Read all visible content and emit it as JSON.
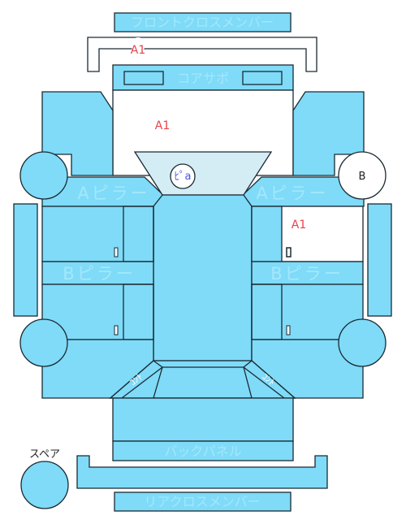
{
  "labels": {
    "front_cross_member": "フロントクロスメンバー",
    "core_support": "コアサポ",
    "a_pillar": "Aピラー",
    "b_pillar": "Bピラー",
    "back_panel": "バックパネル",
    "rear_cross_member": "リアクロスメンバー",
    "spare": "スペア",
    "pitting": "ﾋﾟa",
    "cont": "ｺﾝﾄ"
  },
  "marks": {
    "front_cross_member": "A1",
    "hood_area": "A1",
    "right_door": "A1",
    "right_front_wheel": "B"
  },
  "colors": {
    "panel": "#7fdbf8",
    "glass": "#d4edf5",
    "label": "#a4e7fb",
    "damage_mark": "#e8434a"
  }
}
